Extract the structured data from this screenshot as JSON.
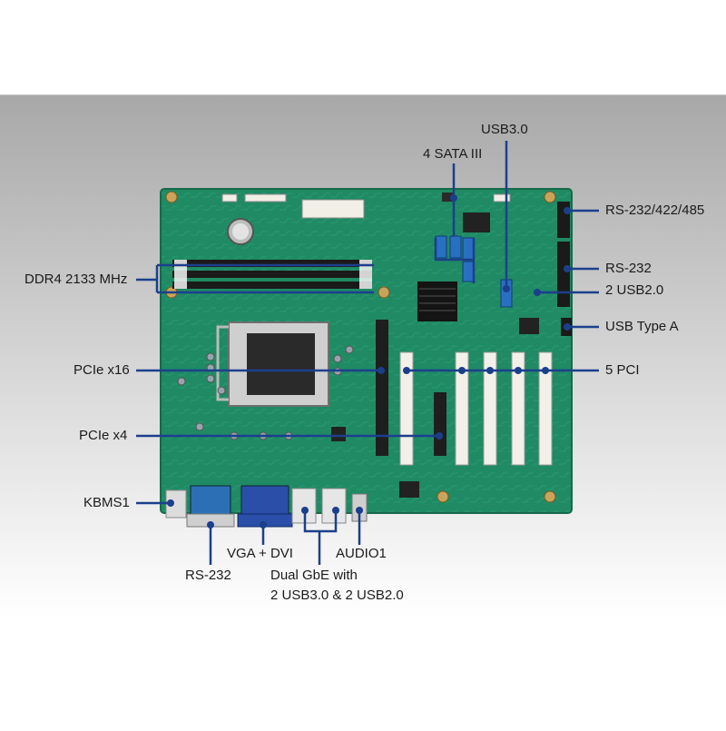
{
  "image": {
    "subject": "industrial motherboard"
  },
  "callouts": {
    "usb30": "USB3.0",
    "sata": "4 SATA III",
    "rs232_422_485": "RS-232/422/485",
    "ddr4": "DDR4 2133 MHz",
    "rs232_right": "RS-232",
    "usb20_right": "2 USB2.0",
    "usb_type_a": "USB Type A",
    "pcie_x16": "PCIe x16",
    "pci5": "5 PCI",
    "pcie_x4": "PCIe x4",
    "kbms1": "KBMS1",
    "vga_dvi": "VGA + DVI",
    "audio1": "AUDIO1",
    "rs232_bottom": "RS-232",
    "gbe_line1": "Dual GbE with",
    "gbe_line2": "2 USB3.0 & 2 USB2.0"
  },
  "colors": {
    "board": "#1f8a63",
    "callout_line": "#1c3f8c",
    "background_top": "#a9a9a9",
    "pci_slot": "#f2f0e8",
    "pcie_slot": "#1e1e1e"
  }
}
